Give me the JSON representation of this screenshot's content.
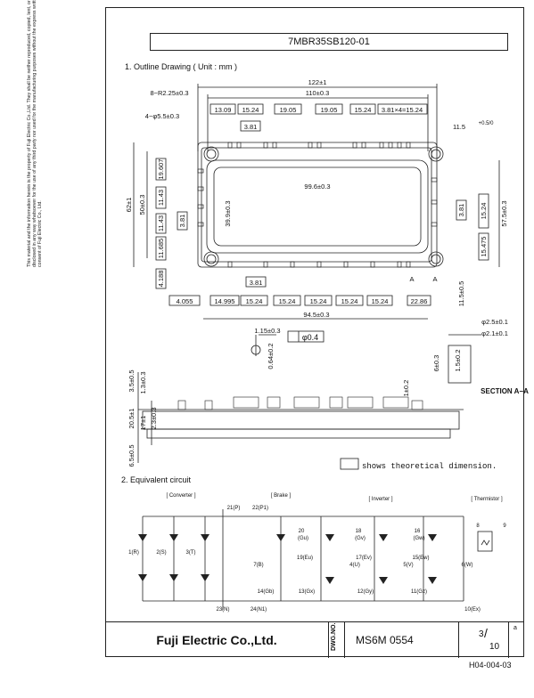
{
  "header": {
    "part_number": "7MBR35SB120-01"
  },
  "sections": {
    "outline_title": "1. Outline Drawing ( Unit : mm )",
    "equivalent_title": "2. Equivalent circuit"
  },
  "side_note": "This material and the information herein is the property of Fuji Electric Co.,Ltd. They shall be neither reproduced, copied, lent, or disclosed in any way whatsoever for the use of any third party nor used for the manufacturing purposes without the express written consent of Fuji Electric Co., Ltd.",
  "dimensions": {
    "overall_width": "122±1",
    "inner_width": "110±0.3",
    "radius": "8−R2.25±0.3",
    "holes": "4−φ5.5±0.3",
    "top_row": [
      "13.09",
      "15.24",
      "19.05",
      "19.05",
      "15.24",
      "3.81×4=15.24"
    ],
    "top_small": "3.81",
    "right_top": "11.5",
    "right_top_tol": "+0.5/0",
    "center_w": "99.6±0.3",
    "center_h": "39.9±0.3",
    "left_h": "62±1",
    "left_h2": "50±0.3",
    "left_col": [
      "19.607",
      "11.43",
      "11.43",
      "11.685",
      "4.188"
    ],
    "left_small": "3.81",
    "right_col": [
      "3.81",
      "15.24",
      "15.475"
    ],
    "right_h": "57.5±0.3",
    "bottom_row": [
      "4.055",
      "14.995",
      "15.24",
      "15.24",
      "15.24",
      "15.24",
      "15.24",
      "22.86"
    ],
    "bottom_small": "3.81",
    "bottom_total": "94.5±0.3",
    "right_bottom": "11.5±0.5",
    "pin_pitch": "1.15±0.3",
    "pin_d": "0.64±0.2",
    "position_tol": "φ0.4",
    "section_a": "A",
    "d_outer": "φ2.5±0.1",
    "d_inner": "φ2.1±0.1",
    "sec_h1": "6±0.3",
    "sec_h2": "1.5±0.2",
    "section_label": "SECTION A−A",
    "side_h1": "3.5±0.5",
    "side_h2": "1.3±0.3",
    "side_h3": "20.5±1",
    "side_h4": "17±1",
    "side_h5": "2.3±0.3",
    "side_h6": "6.5±0.5",
    "side_pin": "1±0.2",
    "theoretical": "shows theoretical dimension."
  },
  "circuit": {
    "converter": "[ Converter ]",
    "brake": "[ Brake ]",
    "inverter": "[ Inverter ]",
    "thermistor": "[ Thermistor ]",
    "pins": {
      "p21": "21(P)",
      "p22": "22(P1)",
      "p1": "1(R)",
      "p2": "2(S)",
      "p3": "3(T)",
      "p23": "23(N)",
      "p24": "24(N1)",
      "p7": "7(B)",
      "p14": "14(Gb)",
      "p20": "20",
      "p20b": "(Gu)",
      "p19": "19(Eu)",
      "p18": "18",
      "p18b": "(Gv)",
      "p17": "17(Ev)",
      "p16": "16",
      "p16b": "(Gw)",
      "p15": "15(Ew)",
      "p4": "4(U)",
      "p5": "5(V)",
      "p6": "6(W)",
      "p13": "13(Gx)",
      "p12": "12(Gy)",
      "p11": "11(Gz)",
      "p10": "10(Ex)",
      "p8": "8",
      "p9": "9"
    }
  },
  "footer": {
    "company": "Fuji Electric Co.,Ltd.",
    "dwg_label": "DWG.NO.",
    "dwg_no": "MS6M 0554",
    "page_num": "3",
    "page_total": "10",
    "rev": "a",
    "doc_code": "H04-004-03"
  }
}
